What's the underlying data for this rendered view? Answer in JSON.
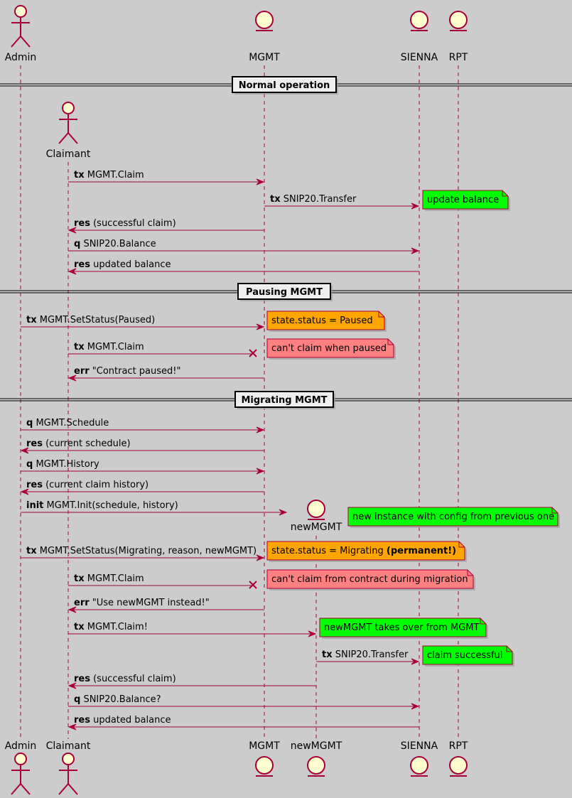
{
  "colors": {
    "background": "#cccccc",
    "arrow": "#a80036",
    "participant_fill": "#fefece",
    "note_green": "#00ff00",
    "note_orange": "#ffa500",
    "note_red": "#ff8080"
  },
  "participants": {
    "admin": "Admin",
    "claimant": "Claimant",
    "mgmt": "MGMT",
    "newmgmt": "newMGMT",
    "sienna": "SIENNA",
    "rpt": "RPT"
  },
  "separators": {
    "normal": "Normal operation",
    "pausing": "Pausing MGMT",
    "migrating": "Migrating MGMT"
  },
  "messages": [
    {
      "id": "m1",
      "keyword": "tx",
      "text": "MGMT.Claim"
    },
    {
      "id": "m2",
      "keyword": "tx",
      "text": "SNIP20.Transfer"
    },
    {
      "id": "m3",
      "keyword": "res",
      "text": "(successful claim)"
    },
    {
      "id": "m4",
      "keyword": "q",
      "text": "SNIP20.Balance"
    },
    {
      "id": "m5",
      "keyword": "res",
      "text": "updated balance"
    },
    {
      "id": "m6",
      "keyword": "tx",
      "text": "MGMT.SetStatus(Paused)"
    },
    {
      "id": "m7",
      "keyword": "tx",
      "text": "MGMT.Claim"
    },
    {
      "id": "m8",
      "keyword": "err",
      "text": "\"Contract paused!\""
    },
    {
      "id": "m9",
      "keyword": "q",
      "text": "MGMT.Schedule"
    },
    {
      "id": "m10",
      "keyword": "res",
      "text": "(current schedule)"
    },
    {
      "id": "m11",
      "keyword": "q",
      "text": "MGMT.History"
    },
    {
      "id": "m12",
      "keyword": "res",
      "text": "(current claim history)"
    },
    {
      "id": "m13",
      "keyword": "init",
      "text": "MGMT.Init(schedule, history)"
    },
    {
      "id": "m14",
      "keyword": "tx",
      "text": "MGMT.SetStatus(Migrating, reason, newMGMT)"
    },
    {
      "id": "m15",
      "keyword": "tx",
      "text": "MGMT.Claim"
    },
    {
      "id": "m16",
      "keyword": "err",
      "text": "\"Use newMGMT instead!\""
    },
    {
      "id": "m17",
      "keyword": "tx",
      "text": "MGMT.Claim!"
    },
    {
      "id": "m18",
      "keyword": "tx",
      "text": "SNIP20.Transfer"
    },
    {
      "id": "m19",
      "keyword": "res",
      "text": "(successful claim)"
    },
    {
      "id": "m20",
      "keyword": "q",
      "text": "SNIP20.Balance?"
    },
    {
      "id": "m21",
      "keyword": "res",
      "text": "updated balance"
    }
  ],
  "notes": [
    {
      "id": "n1",
      "text": "update balance",
      "bold": ""
    },
    {
      "id": "n2",
      "text": "state.status = Paused",
      "bold": ""
    },
    {
      "id": "n3",
      "text": "can't claim when paused",
      "bold": ""
    },
    {
      "id": "n4",
      "text": "new instance with config from previous one",
      "bold": ""
    },
    {
      "id": "n5",
      "text": "state.status = Migrating ",
      "bold": "(permanent!)"
    },
    {
      "id": "n6",
      "text": "can't claim from contract during migration",
      "bold": ""
    },
    {
      "id": "n7",
      "text": "newMGMT takes over from MGMT",
      "bold": ""
    },
    {
      "id": "n8",
      "text": "claim successful",
      "bold": ""
    }
  ]
}
